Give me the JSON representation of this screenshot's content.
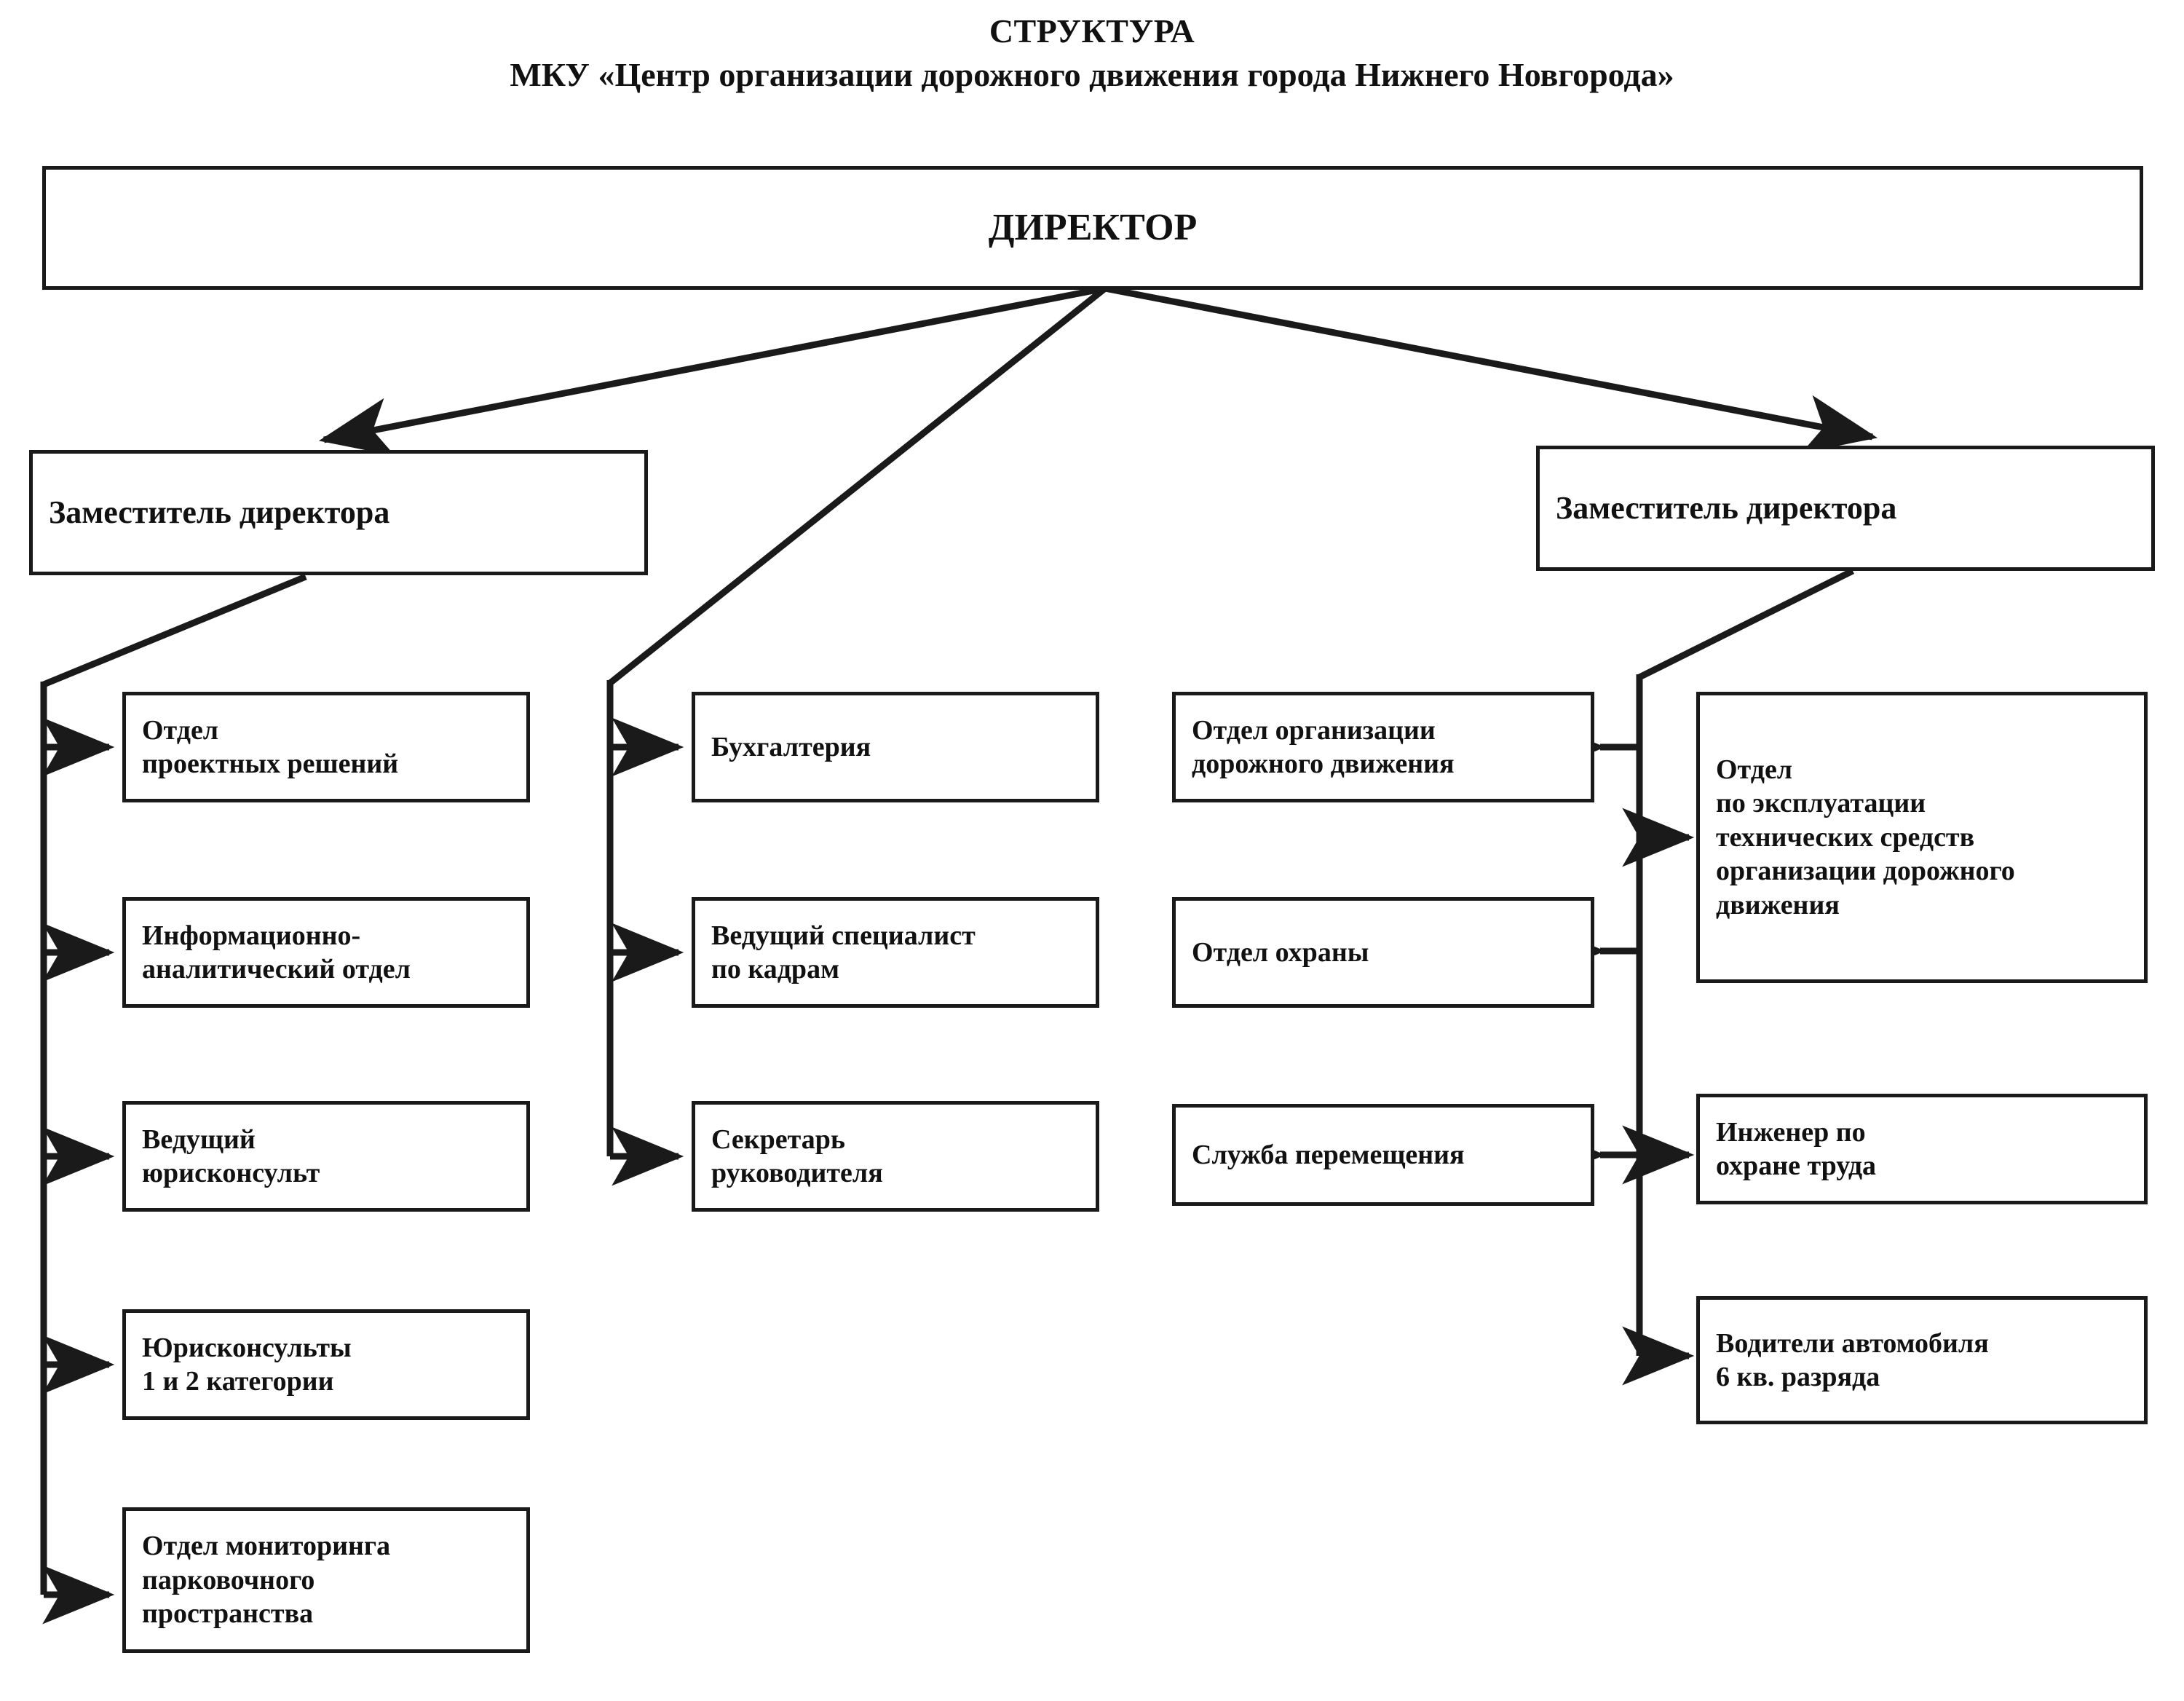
{
  "title": {
    "line1": "СТРУКТУРА",
    "line2": "МКУ «Центр организации дорожного движения города Нижнего Новгорода»"
  },
  "colors": {
    "border": "#1a1a1a",
    "text": "#111111",
    "background": "#ffffff"
  },
  "org_chart": {
    "type": "organizational-chart",
    "root": {
      "label": "ДИРЕКТОР"
    },
    "deputies": [
      {
        "id": "deputy-left",
        "label": "Заместитель директора"
      },
      {
        "id": "deputy-right",
        "label": "Заместитель директора"
      }
    ],
    "columns": [
      {
        "id": "column-left",
        "parent": "deputy-left",
        "nodes": [
          {
            "id": "l1",
            "lines": [
              "Отдел",
              "проектных решений"
            ]
          },
          {
            "id": "l2",
            "lines": [
              "Информационно-",
              "аналитический отдел"
            ]
          },
          {
            "id": "l3",
            "lines": [
              "Ведущий",
              "юрисконсульт"
            ]
          },
          {
            "id": "l4",
            "lines": [
              "Юрисконсульты",
              "1 и 2 категории"
            ]
          },
          {
            "id": "l5",
            "lines": [
              "Отдел мониторинга",
              "парковочного",
              "пространства"
            ]
          }
        ]
      },
      {
        "id": "column-middle",
        "parent": "director",
        "nodes": [
          {
            "id": "m1",
            "lines": [
              "Бухгалтерия"
            ]
          },
          {
            "id": "m2",
            "lines": [
              "Ведущий специалист",
              "по кадрам"
            ]
          },
          {
            "id": "m3",
            "lines": [
              "Секретарь",
              "руководителя"
            ]
          }
        ]
      },
      {
        "id": "column-center-right",
        "parent": "deputy-right",
        "nodes": [
          {
            "id": "c1",
            "lines": [
              "Отдел организации",
              "дорожного движения"
            ]
          },
          {
            "id": "c2",
            "lines": [
              "Отдел охраны"
            ]
          },
          {
            "id": "c3",
            "lines": [
              "Служба перемещения"
            ]
          }
        ]
      },
      {
        "id": "column-right",
        "parent": "deputy-right",
        "nodes": [
          {
            "id": "r1",
            "lines": [
              "Отдел",
              "по эксплуатации",
              "технических средств",
              "организации дорожного",
              "движения"
            ]
          },
          {
            "id": "r2",
            "lines": [
              "Инженер по",
              "охране труда"
            ]
          },
          {
            "id": "r3",
            "lines": [
              "Водители автомобиля",
              "6 кв. разряда"
            ]
          }
        ]
      }
    ]
  }
}
